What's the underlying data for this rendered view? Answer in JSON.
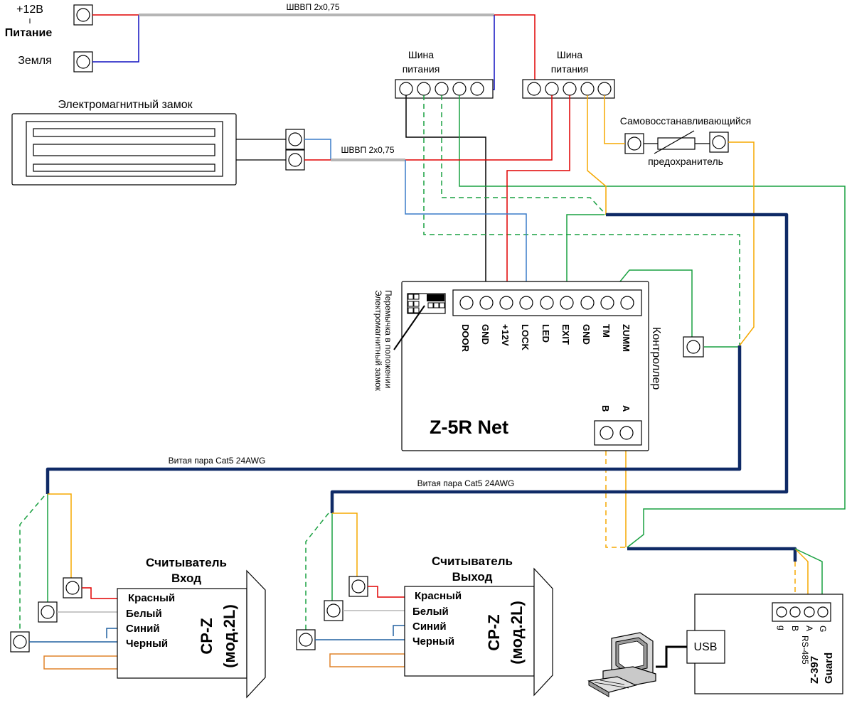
{
  "power": {
    "plus12": "+12В",
    "title": "Питание",
    "ground": "Земля"
  },
  "cables": {
    "top": "ШВВП 2х0,75",
    "lock": "ШВВП 2х0,75",
    "cat5_left": "Витая пара Cat5 24AWG",
    "cat5_mid": "Витая пара Cat5 24AWG"
  },
  "busbars": {
    "left_line1": "Шина",
    "left_line2": "питания",
    "right_line1": "Шина",
    "right_line2": "питания"
  },
  "lock": {
    "title": "Электромагнитный замок"
  },
  "fuse": {
    "line1": "Самовосстанавливающийся",
    "line2": "предохранитель"
  },
  "jumper": {
    "line1": "Перемычка в положении",
    "line2": "Электромагнитный замок"
  },
  "controller": {
    "side_label": "Контроллер",
    "model": "Z-5R Net",
    "pins": [
      "DOOR",
      "GND",
      "+12V",
      "LOCK",
      "LED",
      "EXIT",
      "GND",
      "TM",
      "ZUMM"
    ],
    "rs485_a": "A",
    "rs485_b": "B"
  },
  "reader_in": {
    "title_line1": "Считыватель",
    "title_line2": "Вход",
    "model_line1": "CP-Z",
    "model_line2": "(мод.2L)",
    "wires": [
      "Красный",
      "Белый",
      "Синий",
      "Черный"
    ]
  },
  "reader_out": {
    "title_line1": "Считыватель",
    "title_line2": "Выход",
    "model_line1": "CP-Z",
    "model_line2": "(мод.2L)",
    "wires": [
      "Красный",
      "Белый",
      "Синий",
      "Черный"
    ]
  },
  "converter": {
    "model_line1": "Z-397",
    "model_line2": "Guard",
    "usb": "USB",
    "pins": [
      "g",
      "B",
      "A",
      "G"
    ],
    "rs485": "RS-485"
  },
  "computer": {
    "icon": "computer-icon"
  },
  "colors": {
    "red": "#e00000",
    "blue": "#1010c0",
    "light_blue": "#3a7cc9",
    "green": "#19a040",
    "orange": "#f5a800",
    "cable": "#0f2a66",
    "grey": "#b5b5b5"
  }
}
